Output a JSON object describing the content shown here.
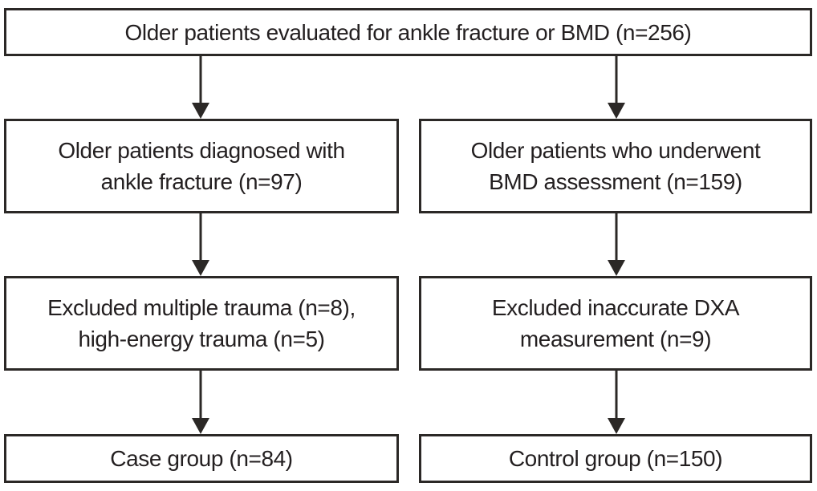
{
  "colors": {
    "line": "#2b2826",
    "text": "#231f20",
    "background": "#ffffff"
  },
  "boxes": {
    "evaluated": {
      "text": "Older patients evaluated for ankle fracture or BMD (n=256)"
    },
    "ankle_fracture": {
      "line1": "Older patients diagnosed with",
      "line2": "ankle fracture (n=97)"
    },
    "bmd_assessment": {
      "line1": "Older patients who underwent",
      "line2": "BMD assessment (n=159)"
    },
    "excluded_trauma": {
      "line1": "Excluded multiple trauma (n=8),",
      "line2": "high-energy trauma (n=5)"
    },
    "excluded_dxa": {
      "line1": "Excluded inaccurate DXA",
      "line2": "measurement (n=9)"
    },
    "case_group": {
      "text": "Case group (n=84)"
    },
    "control_group": {
      "text": "Control group (n=150)"
    }
  }
}
